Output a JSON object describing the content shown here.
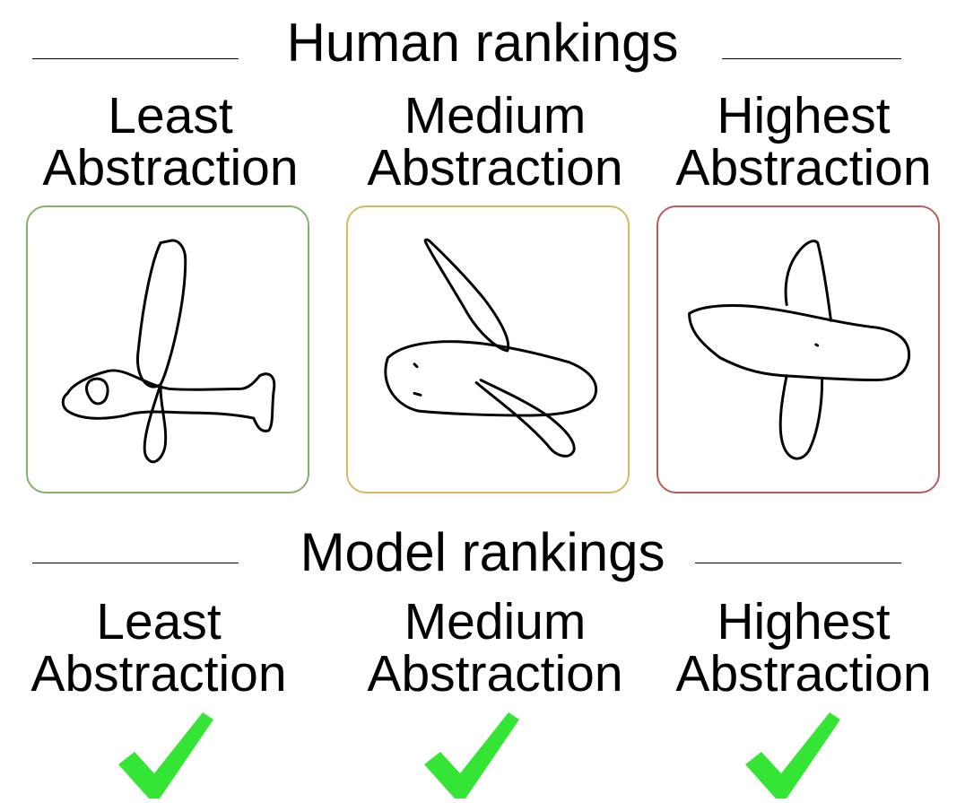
{
  "human": {
    "title": "Human rankings",
    "columns": [
      {
        "line1": "Least",
        "line2": "Abstraction",
        "border_color": "#84b26b"
      },
      {
        "line1": "Medium",
        "line2": "Abstraction",
        "border_color": "#d9b95e"
      },
      {
        "line1": "Highest",
        "line2": "Abstraction",
        "border_color": "#bf5a5a"
      }
    ]
  },
  "model": {
    "title": "Model rankings",
    "columns": [
      {
        "line1": "Least",
        "line2": "Abstraction",
        "mark": "check-icon"
      },
      {
        "line1": "Medium",
        "line2": "Abstraction",
        "mark": "check-icon"
      },
      {
        "line1": "Highest",
        "line2": "Abstraction",
        "mark": "check-icon"
      }
    ]
  },
  "check_color": "#35e535"
}
